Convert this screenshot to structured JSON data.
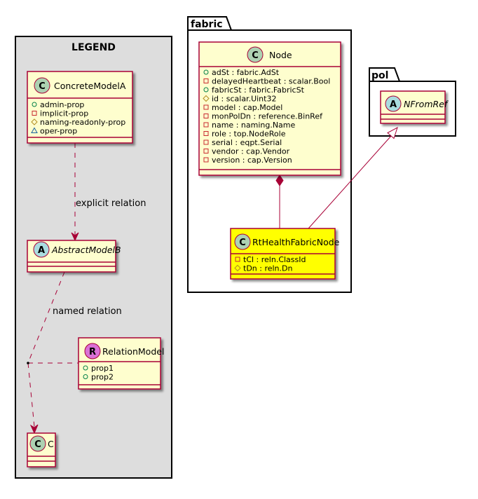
{
  "legend": {
    "title": "LEGEND",
    "concrete_model": {
      "stereotype": "C",
      "name": "ConcreteModelA",
      "attributes": [
        {
          "vis": "public",
          "name": "admin-prop"
        },
        {
          "vis": "private",
          "name": "implicit-prop"
        },
        {
          "vis": "protected",
          "name": "naming-readonly-prop"
        },
        {
          "vis": "package",
          "name": "oper-prop"
        }
      ]
    },
    "abstract_model": {
      "stereotype": "A",
      "name": "AbstractModelB"
    },
    "relation_model": {
      "stereotype": "R",
      "name": "RelationModel",
      "attributes": [
        {
          "vis": "public",
          "name": "prop1"
        },
        {
          "vis": "public",
          "name": "prop2"
        }
      ]
    },
    "class_c": {
      "stereotype": "C",
      "name": "C"
    },
    "explicit_relation_label": "explicit relation",
    "named_relation_label": "named relation"
  },
  "fabric": {
    "package_name": "fabric",
    "node": {
      "stereotype": "C",
      "name": "Node",
      "attributes": [
        {
          "vis": "public",
          "name": "adSt : fabric.AdSt"
        },
        {
          "vis": "private",
          "name": "delayedHeartbeat : scalar.Bool"
        },
        {
          "vis": "public",
          "name": "fabricSt : fabric.FabricSt"
        },
        {
          "vis": "protected",
          "name": "id : scalar.Uint32"
        },
        {
          "vis": "private",
          "name": "model : cap.Model"
        },
        {
          "vis": "private",
          "name": "monPolDn : reference.BinRef"
        },
        {
          "vis": "private",
          "name": "name : naming.Name"
        },
        {
          "vis": "private",
          "name": "role : top.NodeRole"
        },
        {
          "vis": "private",
          "name": "serial : eqpt.Serial"
        },
        {
          "vis": "private",
          "name": "vendor : cap.Vendor"
        },
        {
          "vis": "private",
          "name": "version : cap.Version"
        }
      ]
    },
    "rt_health": {
      "stereotype": "C",
      "name": "RtHealthFabricNode",
      "attributes": [
        {
          "vis": "private",
          "name": "tCl : reln.ClassId"
        },
        {
          "vis": "protected",
          "name": "tDn : reln.Dn"
        }
      ]
    }
  },
  "pol": {
    "package_name": "pol",
    "nfromref": {
      "stereotype": "A",
      "name": "NFromRef"
    }
  },
  "colors": {
    "class_fill": "#FEFECE",
    "border": "#A80036",
    "highlight_fill": "#FFFF00",
    "legend_bg": "#DDDDDD",
    "stereotype_class": "#ADD1B2",
    "stereotype_abstract": "#A9DCDF",
    "stereotype_relation": "#DA70D6"
  }
}
